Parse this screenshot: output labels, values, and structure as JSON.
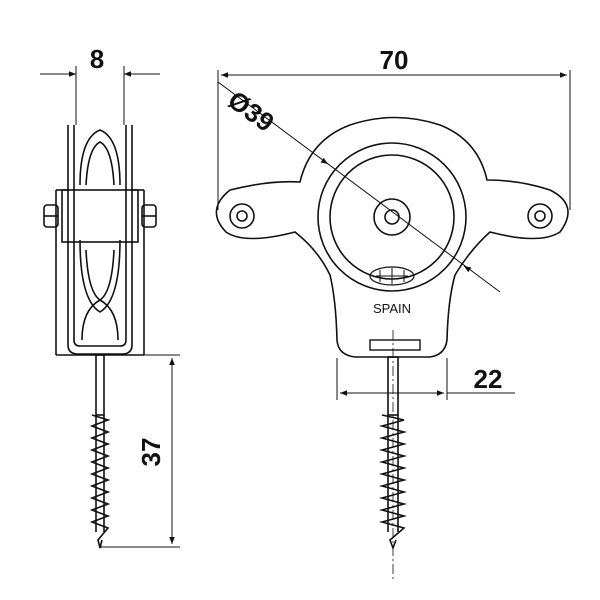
{
  "drawing": {
    "dimensions": {
      "width_side": "8",
      "overall_width": "70",
      "wheel_diameter": "Ø39",
      "screw_length": "37",
      "base_width": "22"
    },
    "marking": "SPAIN",
    "colors": {
      "line": "#111111",
      "background": "#ffffff"
    }
  }
}
